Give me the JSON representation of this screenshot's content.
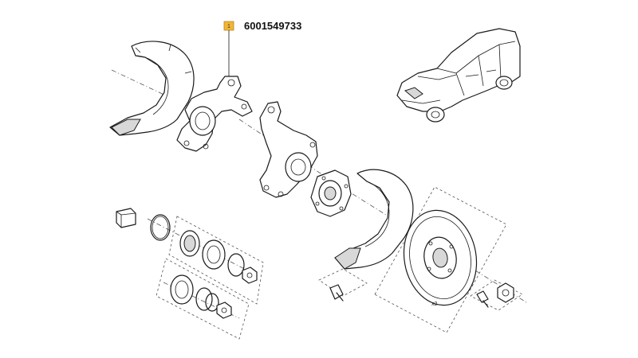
{
  "callout": {
    "number": "1",
    "part_number": "6001549733",
    "highlight_color": "#f2b632"
  },
  "quantity_label": "x2"
}
